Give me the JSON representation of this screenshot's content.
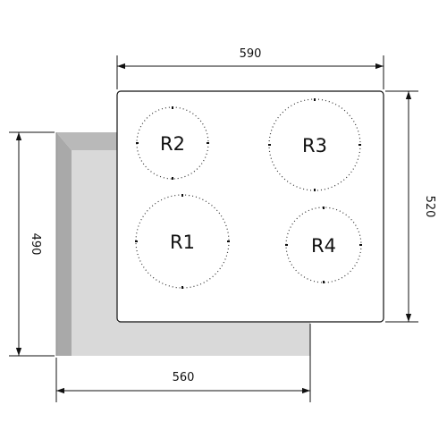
{
  "dimensions": {
    "top_width": "590",
    "right_height": "520",
    "left_height": "490",
    "bottom_width": "560"
  },
  "zones": {
    "r1": "R1",
    "r2": "R2",
    "r3": "R3",
    "r4": "R4"
  },
  "colors": {
    "cutout_fill": "#d9d9d9",
    "cutout_edge": "#a9a9a9",
    "hob_fill": "#ffffff",
    "line": "#111111"
  }
}
